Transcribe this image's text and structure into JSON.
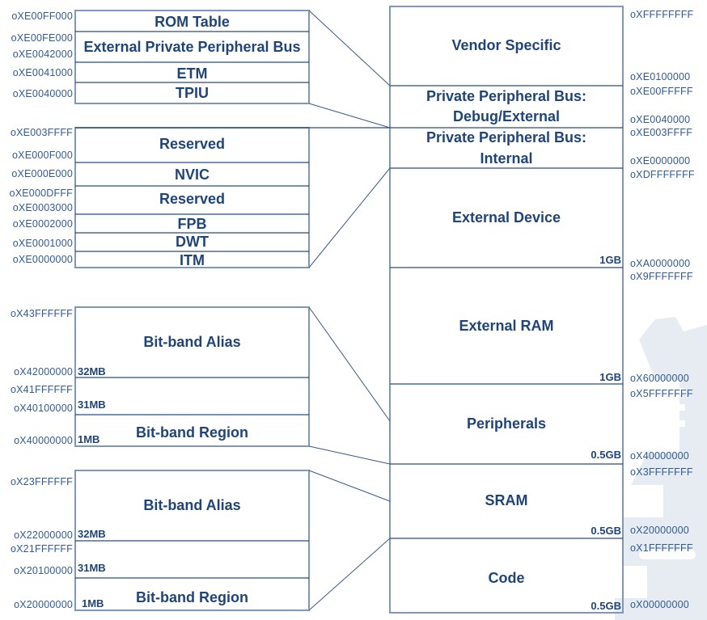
{
  "diagram": {
    "colors": {
      "text": "#1f4479",
      "address_text": "#2f5a99",
      "line": "#7f97bd",
      "line_dark": "#2b4a7c"
    },
    "main_map": {
      "regions": [
        {
          "label": "Vendor Specific",
          "top_address": "oXFFFFFFFF",
          "bottom_address": "oXE0100000",
          "size": ""
        },
        {
          "label_line1": "Private Peripheral Bus:",
          "label_line2": "Debug/External",
          "top_address": "oXE00FFFFF",
          "bottom_address": "oXE0040000",
          "size": ""
        },
        {
          "label_line1": "Private Peripheral Bus:",
          "label_line2": "Internal",
          "top_address": "oXE003FFFF",
          "bottom_address": "oXE0000000",
          "size": ""
        },
        {
          "label": "External Device",
          "top_address": "oXDFFFFFFF",
          "bottom_address": "oXA0000000",
          "size": "1GB"
        },
        {
          "label": "External RAM",
          "top_address": "oX9FFFFFFF",
          "bottom_address": "oX60000000",
          "size": "1GB"
        },
        {
          "label": "Peripherals",
          "top_address": "oX5FFFFFFF",
          "bottom_address": "oX40000000",
          "size": "0.5GB"
        },
        {
          "label": "SRAM",
          "top_address": "oX3FFFFFFF",
          "bottom_address": "oX20000000",
          "size": "0.5GB"
        },
        {
          "label": "Code",
          "top_address": "oX1FFFFFFF",
          "bottom_address": "oX00000000",
          "size": "0.5GB"
        }
      ]
    },
    "ppb_external": {
      "rows": [
        {
          "label": "ROM Table",
          "address": "oXE00FF000"
        },
        {
          "label": "External Private Peripheral Bus",
          "address_top": "oXE00FE000",
          "address_bottom": "oXE0042000"
        },
        {
          "label": "ETM",
          "address": "oXE0041000"
        },
        {
          "label": "TPIU",
          "address": "oXE0040000"
        }
      ]
    },
    "ppb_internal": {
      "rows": [
        {
          "label": "Reserved",
          "address_top": "oXE003FFFF",
          "address_bottom": "oXE000F000"
        },
        {
          "label": "NVIC",
          "address": "oXE000E000"
        },
        {
          "label": "Reserved",
          "address_top": "oXE000DFFF",
          "address_bottom": "oXE0003000"
        },
        {
          "label": "FPB",
          "address": "oXE0002000"
        },
        {
          "label": "DWT",
          "address": "oXE0001000"
        },
        {
          "label": "ITM",
          "address": "oXE0000000"
        }
      ]
    },
    "peripheral_bitband": {
      "alias": {
        "label": "Bit-band Alias",
        "top_address": "oX43FFFFFF",
        "bottom_address": "oX42000000",
        "size": "32MB"
      },
      "gap": {
        "top_address": "oX41FFFFFF",
        "bottom_address": "oX40100000",
        "size": "31MB"
      },
      "region": {
        "label": "Bit-band Region",
        "bottom_address": "oX40000000",
        "size": "1MB"
      }
    },
    "sram_bitband": {
      "alias": {
        "label": "Bit-band Alias",
        "top_address": "oX23FFFFFF",
        "bottom_address": "oX22000000",
        "size": "32MB"
      },
      "gap": {
        "top_address": "oX21FFFFFF",
        "bottom_address": "oX20100000",
        "size": "31MB"
      },
      "region": {
        "label": "Bit-band Region",
        "bottom_address": "oX20000000",
        "size": "1MB"
      }
    }
  }
}
